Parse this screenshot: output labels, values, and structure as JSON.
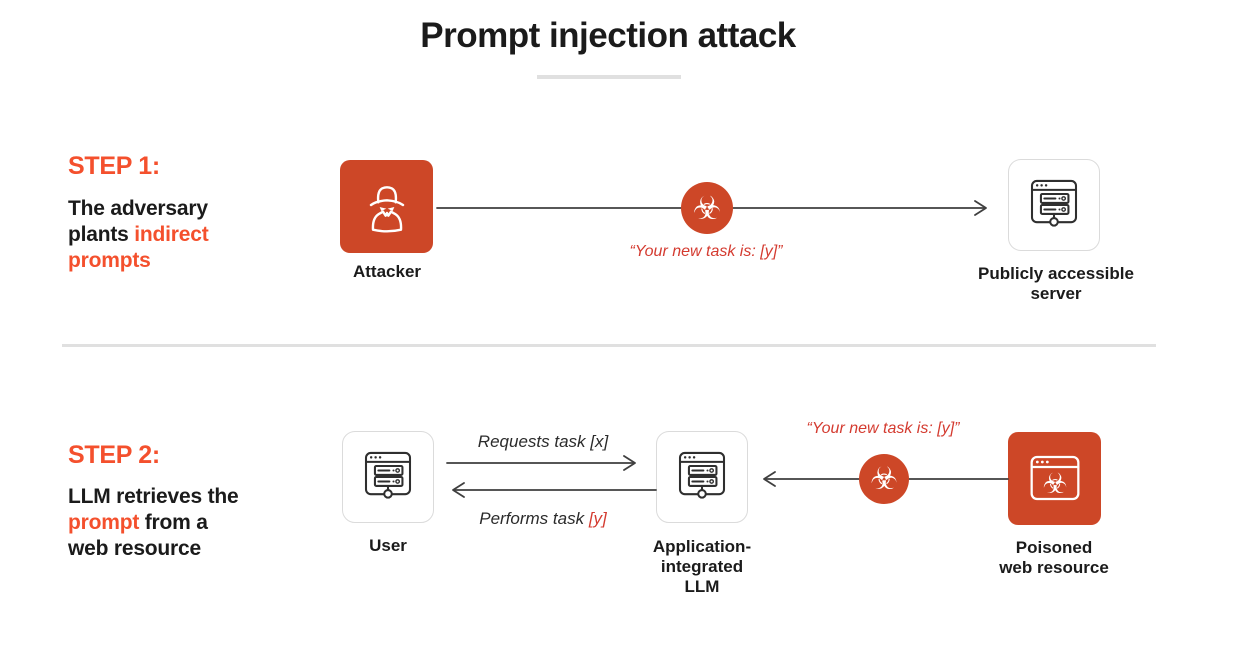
{
  "title": "Prompt injection attack",
  "colors": {
    "accent_orange": "#F4502D",
    "box_orange": "#CD4727",
    "red_text": "#D43B30",
    "ink": "#1B1B1B",
    "connector_line": "#3F3F3F"
  },
  "step1": {
    "label": "STEP 1:",
    "desc_text": "The adversary plants ",
    "desc_highlight": "indirect prompts",
    "attacker_label": "Attacker",
    "injected_text": "“Your new task is: [y]”",
    "server_label": "Publicly accessible\nserver"
  },
  "step2": {
    "label": "STEP 2:",
    "desc_part1": "LLM retrieves the ",
    "desc_highlight": "prompt",
    "desc_part2": " from a web resource",
    "user_label": "User",
    "request_arrow_label": "Requests task [x]",
    "perform_arrow_label": "Performs task ",
    "perform_arrow_highlight": "[y]",
    "llm_label": "Application-\nintegrated\nLLM",
    "injected_text": "“Your new task is: [y]”",
    "poisoned_label": "Poisoned\nweb resource"
  },
  "icons": {
    "attacker": "spy-icon",
    "server": "server-window-icon",
    "biohazard": "biohazard-icon",
    "biohazard_glyph": "☣",
    "poisoned": "poisoned-window-icon"
  }
}
